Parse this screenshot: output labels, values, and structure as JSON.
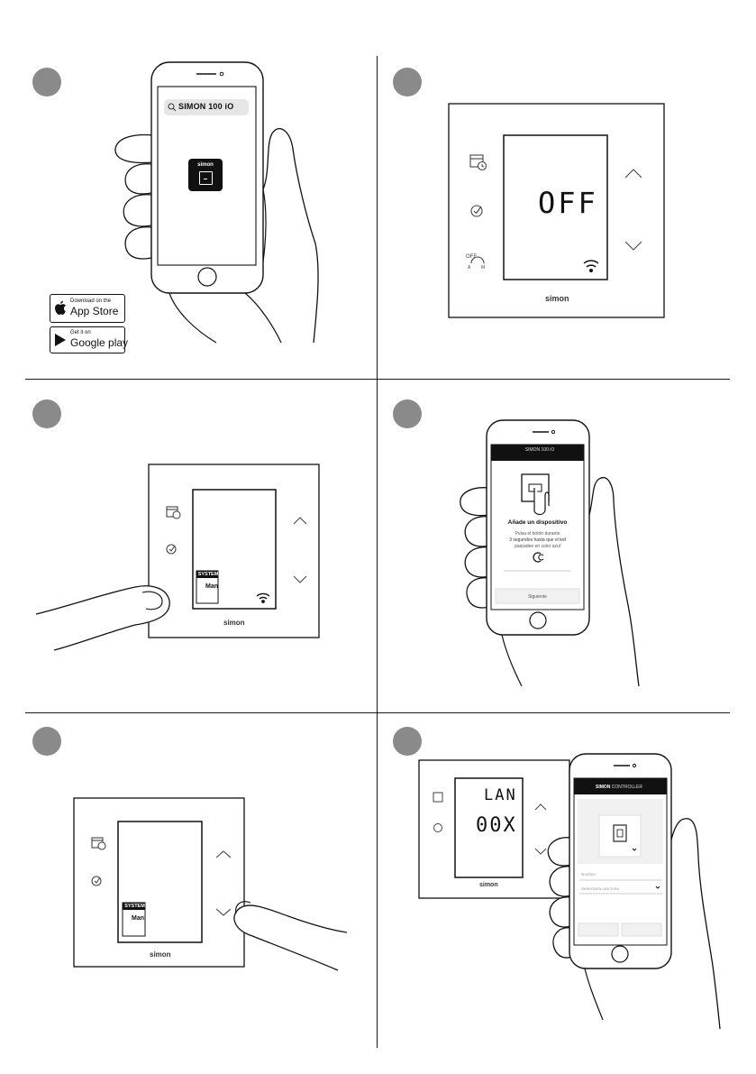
{
  "panel1": {
    "search_text": "SIMON 100 iO",
    "app_icon_brand": "simon",
    "app_store": {
      "small": "Download on the",
      "big": "App Store"
    },
    "google_play": {
      "small": "Get it on",
      "big": "Google play"
    }
  },
  "panel2": {
    "display": "OFF",
    "brand": "simon",
    "mode_label": "OFF A M"
  },
  "panel3": {
    "system_label": "SYSTEM",
    "mode": "Man",
    "brand": "simon"
  },
  "panel4": {
    "nav_title": "SIMON 100 iO",
    "add_title": "Añade un dispositivo",
    "instr_line1": "Pulsa el botón durante",
    "instr_line2": "3 segundos hasta que el led",
    "instr_line3": "parpadee en color azul",
    "button": "Siguiente"
  },
  "panel5": {
    "system_label": "SYSTEM",
    "mode": "Man",
    "brand": "simon"
  },
  "panel6": {
    "display_line1": "LAN",
    "display_line2": "00X",
    "brand": "simon",
    "app_title_bold": "SIMON",
    "app_title_rest": " CONTROLLER",
    "field1": "Nombre",
    "field2": "Selecciona una zona"
  },
  "colors": {
    "step_circle": "#8a8a8a",
    "line": "#1a1a1a",
    "display_bg": "#ffffff",
    "badge_bg": "#111111"
  }
}
